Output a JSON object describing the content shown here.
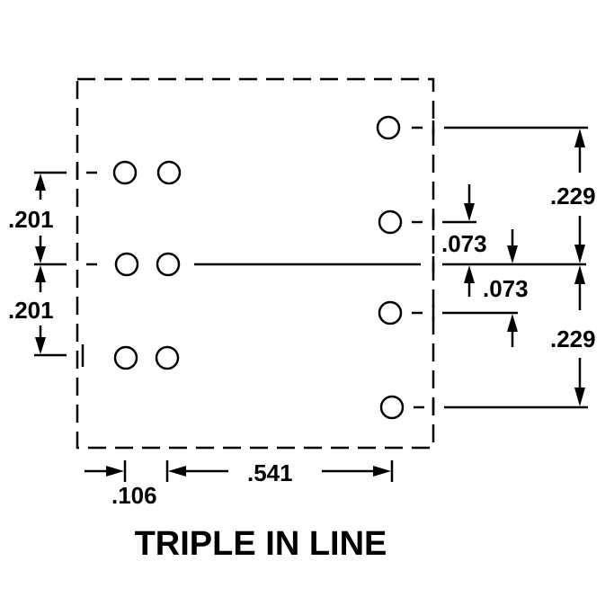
{
  "diagram": {
    "caption": "TRIPLE IN LINE",
    "dimensions": {
      "left_upper": ".201",
      "left_lower": ".201",
      "right_upper": ".229",
      "right_lower": ".229",
      "offset_upper": ".073",
      "offset_lower": ".073",
      "bottom_left": ".106",
      "bottom_right": ".541"
    },
    "colors": {
      "line": "#000000",
      "background": "#ffffff"
    }
  }
}
